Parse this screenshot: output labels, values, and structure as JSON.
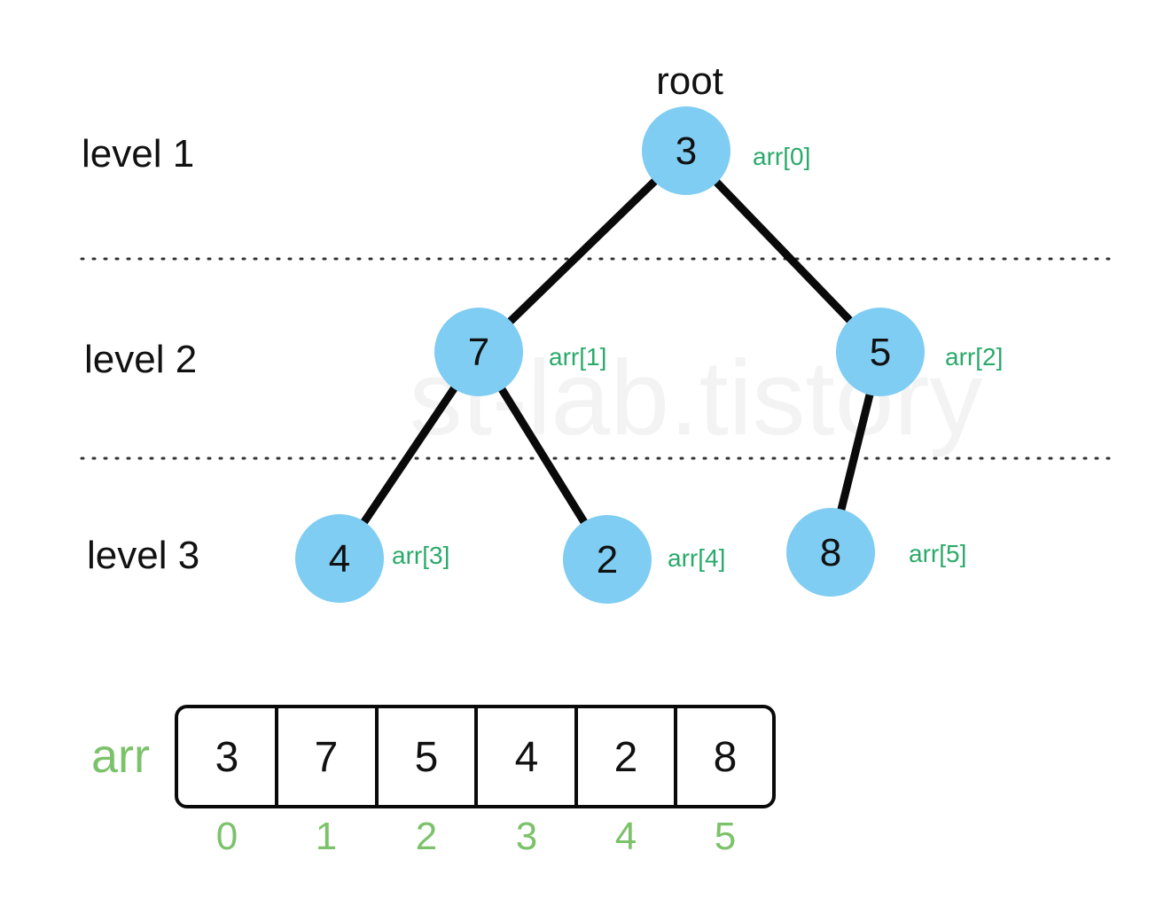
{
  "watermark": "st-lab.tistory",
  "root_label": "root",
  "levels": [
    "level 1",
    "level 2",
    "level 3"
  ],
  "nodes": [
    {
      "value": "3",
      "index_label": "arr[0]"
    },
    {
      "value": "7",
      "index_label": "arr[1]"
    },
    {
      "value": "5",
      "index_label": "arr[2]"
    },
    {
      "value": "4",
      "index_label": "arr[3]"
    },
    {
      "value": "2",
      "index_label": "arr[4]"
    },
    {
      "value": "8",
      "index_label": "arr[5]"
    }
  ],
  "edges": [
    [
      0,
      1
    ],
    [
      0,
      2
    ],
    [
      1,
      3
    ],
    [
      1,
      4
    ],
    [
      2,
      5
    ]
  ],
  "array": {
    "name": "arr",
    "values": [
      "3",
      "7",
      "5",
      "4",
      "2",
      "8"
    ],
    "indices": [
      "0",
      "1",
      "2",
      "3",
      "4",
      "5"
    ]
  },
  "colors": {
    "node_fill": "#7fcdf2",
    "edge": "#0a0a0a",
    "index_label": "#2aaa6a",
    "array_accent": "#7cc26a",
    "divider": "#333333"
  }
}
